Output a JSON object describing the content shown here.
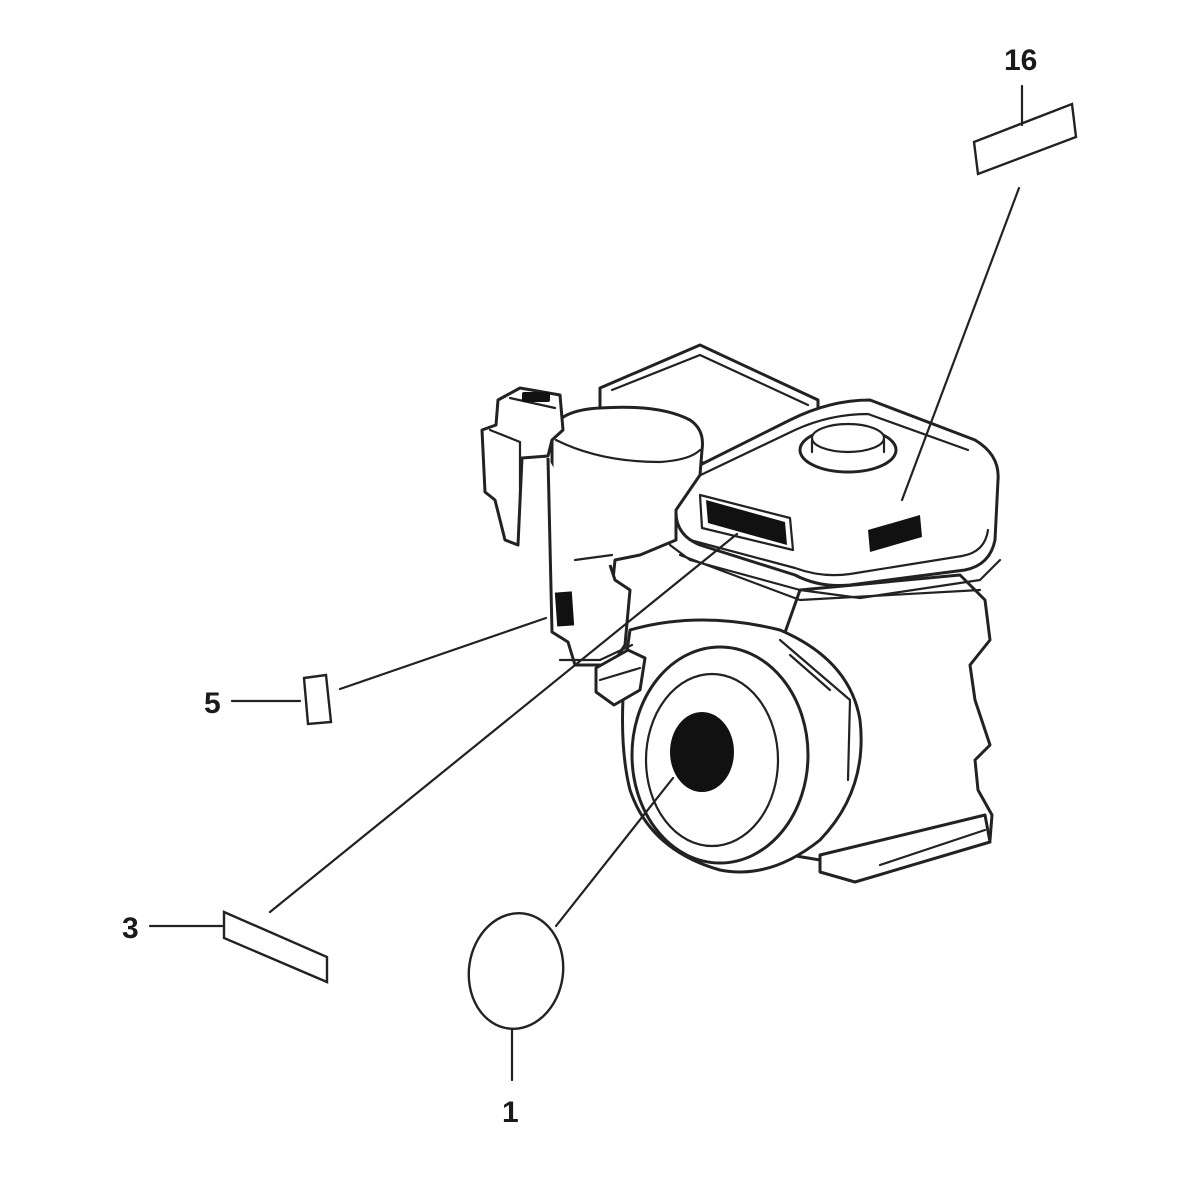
{
  "callouts": {
    "c16": "16",
    "c5": "5",
    "c3": "3",
    "c1": "1"
  }
}
